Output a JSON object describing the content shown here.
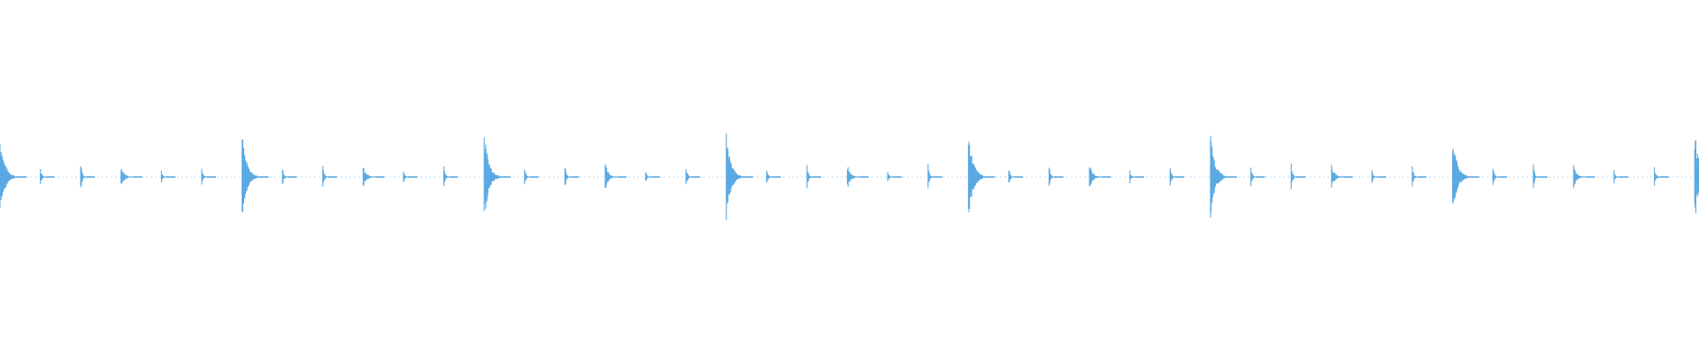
{
  "waveform": {
    "color": "#5aa9e2",
    "background": "#ffffff",
    "beats_per_bar": 4,
    "bars": 7,
    "pattern": [
      {
        "kind": "kick",
        "level": 0.48
      },
      {
        "kind": "tick",
        "level": 0.12
      },
      {
        "kind": "tick",
        "level": 0.18
      },
      {
        "kind": "snare",
        "level": 0.14
      },
      {
        "kind": "tick",
        "level": 0.08
      },
      {
        "kind": "tick",
        "level": 0.14
      },
      {
        "kind": "kick",
        "level": 0.5
      },
      {
        "kind": "tick",
        "level": 0.12
      },
      {
        "kind": "tick",
        "level": 0.17
      },
      {
        "kind": "snare",
        "level": 0.14
      },
      {
        "kind": "tick",
        "level": 0.08
      },
      {
        "kind": "tick",
        "level": 0.15
      },
      {
        "kind": "kick",
        "level": 0.54
      },
      {
        "kind": "tick",
        "level": 0.12
      },
      {
        "kind": "tick",
        "level": 0.17
      },
      {
        "kind": "snare",
        "level": 0.16
      },
      {
        "kind": "tick",
        "level": 0.08
      },
      {
        "kind": "tick",
        "level": 0.15
      },
      {
        "kind": "kick",
        "level": 0.5
      },
      {
        "kind": "tick",
        "level": 0.12
      },
      {
        "kind": "tick",
        "level": 0.16
      },
      {
        "kind": "snare",
        "level": 0.14
      },
      {
        "kind": "tick",
        "level": 0.08
      },
      {
        "kind": "tick",
        "level": 0.16
      },
      {
        "kind": "kick",
        "level": 0.54
      },
      {
        "kind": "tick",
        "level": 0.12
      },
      {
        "kind": "tick",
        "level": 0.16
      },
      {
        "kind": "snare",
        "level": 0.16
      },
      {
        "kind": "tick",
        "level": 0.08
      },
      {
        "kind": "tick",
        "level": 0.14
      },
      {
        "kind": "kick",
        "level": 0.5
      },
      {
        "kind": "tick",
        "level": 0.12
      },
      {
        "kind": "tick",
        "level": 0.16
      },
      {
        "kind": "snare",
        "level": 0.14
      },
      {
        "kind": "tick",
        "level": 0.08
      },
      {
        "kind": "tick",
        "level": 0.15
      },
      {
        "kind": "kick",
        "level": 0.46
      },
      {
        "kind": "tick",
        "level": 0.12
      },
      {
        "kind": "tick",
        "level": 0.16
      },
      {
        "kind": "snare",
        "level": 0.14
      },
      {
        "kind": "tick",
        "level": 0.08
      },
      {
        "kind": "tick",
        "level": 0.14
      },
      {
        "kind": "kick",
        "level": 0.54
      }
    ]
  }
}
